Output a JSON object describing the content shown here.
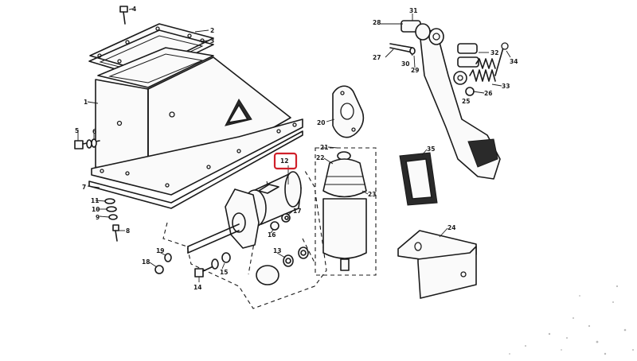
{
  "diagram": {
    "highlighted_label": "12",
    "labels": [
      "1",
      "2",
      "3",
      "4",
      "5",
      "6",
      "7",
      "8",
      "9",
      "10",
      "11",
      "12",
      "13",
      "14",
      "15",
      "16",
      "17",
      "18",
      "19",
      "20",
      "21",
      "22",
      "23",
      "24",
      "25",
      "26",
      "27",
      "28",
      "29",
      "30",
      "31",
      "32",
      "33",
      "34",
      "35"
    ]
  }
}
